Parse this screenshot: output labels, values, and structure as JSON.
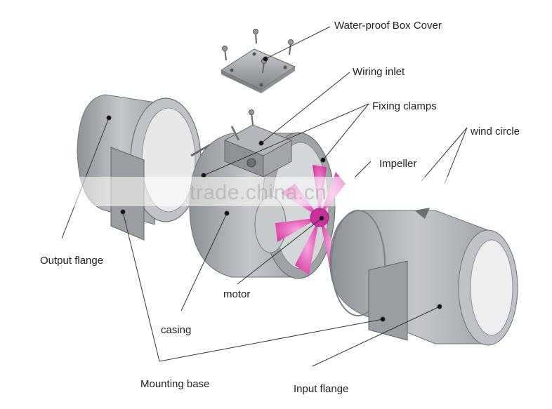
{
  "labels": {
    "box_cover": "Water-proof  Box Cover",
    "wiring_inlet": "Wiring inlet",
    "fixing_clamps": "Fixing clamps",
    "wind_circle": "wind circle",
    "impeller": "Impeller",
    "output_flange": "Output flange",
    "motor": "motor",
    "casing": "casing",
    "mounting_base": "Mounting base",
    "input_flange": "Input flange"
  },
  "watermark": "trade.china.cn",
  "colors": {
    "metal": "#a9adb1",
    "metal_dark": "#7b8085",
    "impeller": "#e04fb2",
    "line": "#333333"
  }
}
